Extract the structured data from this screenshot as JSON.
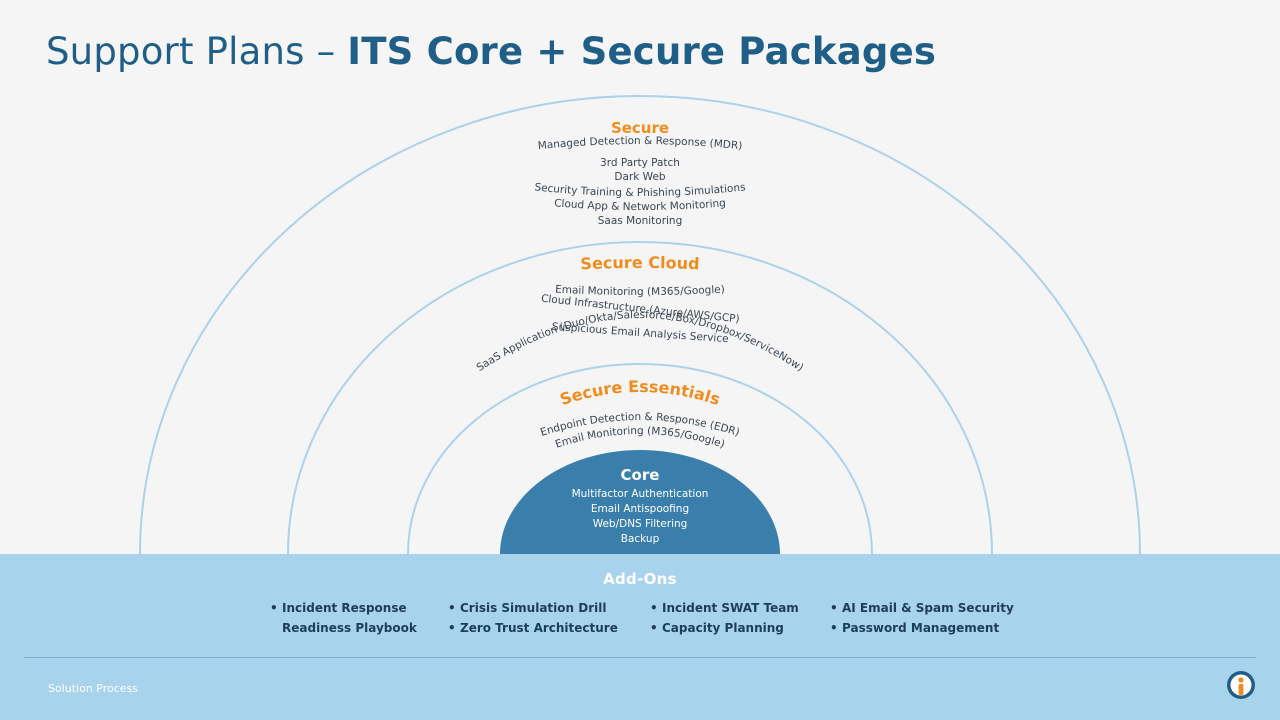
{
  "title": {
    "light": "Support Plans – ",
    "bold": "ITS Core + Secure Packages"
  },
  "diagram": {
    "secure": {
      "heading": "Secure",
      "items": [
        "Managed Detection & Response (MDR)",
        "3rd Party Patch",
        "Dark Web",
        "Security Training & Phishing Simulations",
        "Cloud App & Network Monitoring",
        "Saas Monitoring"
      ]
    },
    "secure_cloud": {
      "heading": "Secure Cloud",
      "items": [
        "Email Monitoring (M365/Google)",
        "Cloud Infrastructure (Azure/AWS/GCP)",
        "SaaS Application (Duo/Okta/Salesforce/Box/Dropbox/ServiceNow)",
        "Suspicious Email Analysis Service"
      ]
    },
    "secure_essentials": {
      "heading": "Secure Essentials",
      "items": [
        "Endpoint Detection & Response (EDR)",
        "Email Monitoring (M365/Google)"
      ]
    },
    "core": {
      "heading": "Core",
      "items": [
        "Multifactor Authentication",
        "Email Antispoofing",
        "Web/DNS Filtering",
        "Backup"
      ]
    }
  },
  "addons": {
    "title": "Add-Ons",
    "columns": [
      [
        "Incident Response\nReadiness Playbook"
      ],
      [
        "Crisis Simulation Drill",
        "Zero Trust Architecture"
      ],
      [
        "Incident SWAT Team",
        "Capacity Planning"
      ],
      [
        "AI Email & Spam Security",
        "Password Management"
      ]
    ]
  },
  "footer": {
    "label": "Solution Process"
  },
  "colors": {
    "title": "#1f5f87",
    "heading_orange": "#f08c1e",
    "ring_stroke": "#acd2ea",
    "core_fill": "#3a7fab",
    "addons_band": "#a7d3ec",
    "addon_text": "#1d3d5a"
  },
  "icons": {
    "logo": "info-person-logo-icon"
  }
}
